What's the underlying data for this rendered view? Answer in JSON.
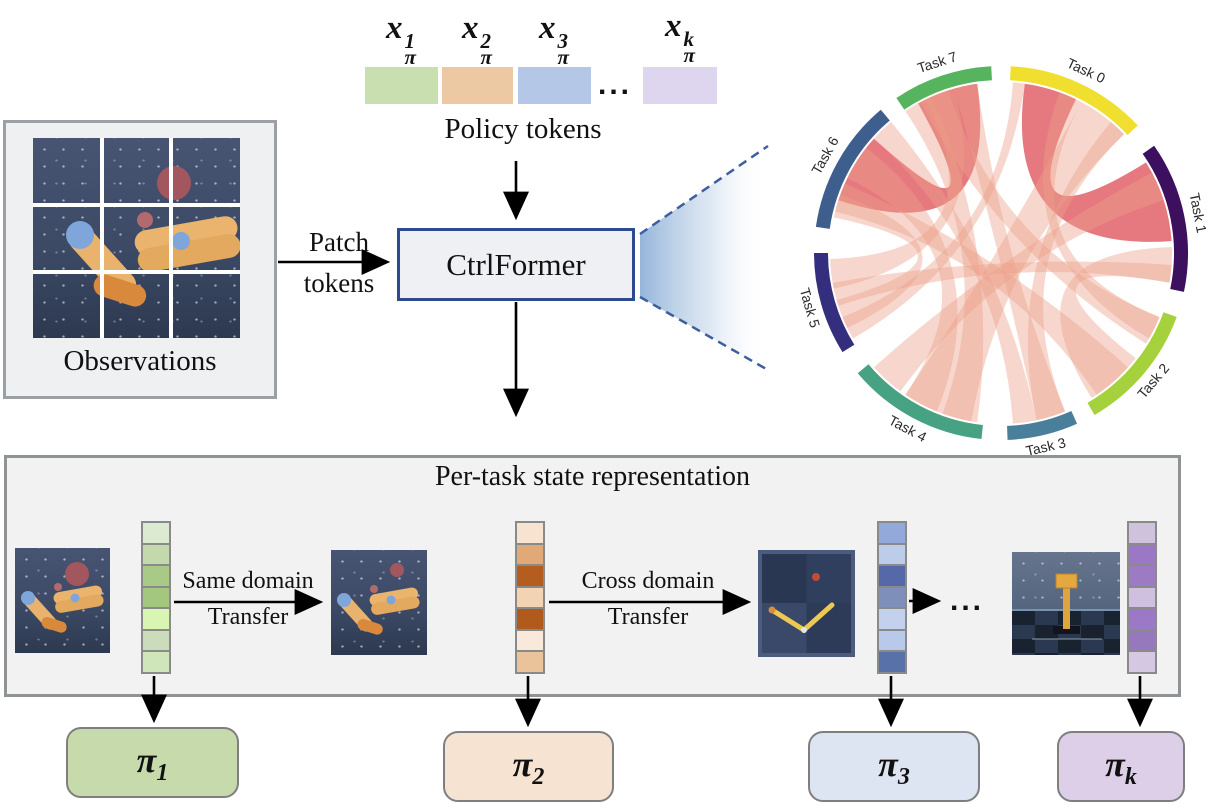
{
  "policy_tokens": {
    "caption": "Policy tokens",
    "ellipsis": "...",
    "tokens": [
      {
        "base": "x",
        "sup": "1",
        "sub": "π",
        "color": "#c9dfb0"
      },
      {
        "base": "x",
        "sup": "2",
        "sub": "π",
        "color": "#edc9a3"
      },
      {
        "base": "x",
        "sup": "3",
        "sub": "π",
        "color": "#b5c7e6"
      },
      {
        "base": "x",
        "sup": "k",
        "sub": "π",
        "color": "#ded5ee"
      }
    ]
  },
  "observations": {
    "caption": "Observations"
  },
  "patch_label": {
    "line1": "Patch",
    "line2": "tokens"
  },
  "ctrlformer": {
    "label": "CtrlFormer"
  },
  "chord": {
    "description": "task-attention chord diagram",
    "ribbon_color": "#eda089",
    "ribbon_strong_color": "#e2616a",
    "tasks": [
      {
        "label": "Task 0",
        "color": "#f0df2f",
        "start": 3,
        "end": 47
      },
      {
        "label": "Task 1",
        "color": "#3c0f5f",
        "start": 55,
        "end": 102
      },
      {
        "label": "Task 2",
        "color": "#a5d23c",
        "start": 110,
        "end": 150
      },
      {
        "label": "Task 3",
        "color": "#4a7f9b",
        "start": 156,
        "end": 178
      },
      {
        "label": "Task 4",
        "color": "#46a283",
        "start": 186,
        "end": 230
      },
      {
        "label": "Task 5",
        "color": "#342e7e",
        "start": 238,
        "end": 270
      },
      {
        "label": "Task 6",
        "color": "#3e5f8e",
        "start": 278,
        "end": 320
      },
      {
        "label": "Task 7",
        "color": "#56b45f",
        "start": 326,
        "end": 357
      }
    ],
    "ribbons": [
      {
        "a": [
          8,
          26
        ],
        "b": [
          58,
          86
        ],
        "strong": true
      },
      {
        "a": [
          288,
          312
        ],
        "b": [
          331,
          352
        ],
        "strong": true
      },
      {
        "a": [
          28,
          46
        ],
        "b": [
          190,
          214
        ]
      },
      {
        "a": [
          4,
          8
        ],
        "b": [
          240,
          248
        ]
      },
      {
        "a": [
          40,
          46
        ],
        "b": [
          158,
          168
        ]
      },
      {
        "a": [
          20,
          28
        ],
        "b": [
          112,
          120
        ]
      },
      {
        "a": [
          88,
          100
        ],
        "b": [
          128,
          148
        ]
      },
      {
        "a": [
          62,
          72
        ],
        "b": [
          216,
          228
        ]
      },
      {
        "a": [
          94,
          100
        ],
        "b": [
          252,
          260
        ]
      },
      {
        "a": [
          132,
          146
        ],
        "b": [
          284,
          294
        ]
      },
      {
        "a": [
          112,
          122
        ],
        "b": [
          332,
          342
        ]
      },
      {
        "a": [
          158,
          168
        ],
        "b": [
          344,
          352
        ]
      },
      {
        "a": [
          168,
          176
        ],
        "b": [
          312,
          320
        ]
      },
      {
        "a": [
          188,
          200
        ],
        "b": [
          326,
          336
        ]
      },
      {
        "a": [
          202,
          214
        ],
        "b": [
          296,
          308
        ]
      },
      {
        "a": [
          244,
          254
        ],
        "b": [
          282,
          290
        ]
      },
      {
        "a": [
          258,
          268
        ],
        "b": [
          334,
          344
        ]
      }
    ]
  },
  "panel": {
    "title": "Per-task state representation",
    "same_domain": {
      "line1": "Same domain",
      "line2": "Transfer"
    },
    "cross_domain": {
      "line1": "Cross domain",
      "line2": "Transfer"
    },
    "ellipsis": "...",
    "columns": [
      {
        "name": "green-state-tokens",
        "cells": [
          "#dcead2",
          "#c3d8ab",
          "#a9c986",
          "#a3c77e",
          "#d8f5b2",
          "#cbdcbd",
          "#cfe6bb"
        ]
      },
      {
        "name": "orange-state-tokens",
        "cells": [
          "#f7e3d0",
          "#e0a977",
          "#b45d1e",
          "#f2d4b4",
          "#b05a1c",
          "#f8e9da",
          "#ebc39b"
        ]
      },
      {
        "name": "blue-state-tokens",
        "cells": [
          "#93a9d9",
          "#bdcce9",
          "#5569a9",
          "#7e90b9",
          "#c3d1ed",
          "#b9c9e9",
          "#5971a9"
        ]
      },
      {
        "name": "purple-state-tokens",
        "cells": [
          "#cfc2dd",
          "#9b78c5",
          "#9d7bc4",
          "#cfc0e0",
          "#9c79c6",
          "#9678bd",
          "#d4c8e2"
        ]
      }
    ]
  },
  "policies": [
    {
      "symbol": "π",
      "sub": "1",
      "color": "#c6daab"
    },
    {
      "symbol": "π",
      "sub": "2",
      "color": "#f6e3d2"
    },
    {
      "symbol": "π",
      "sub": "3",
      "color": "#dde4f2"
    },
    {
      "symbol": "π",
      "sub": "k",
      "color": "#decfe8"
    }
  ]
}
